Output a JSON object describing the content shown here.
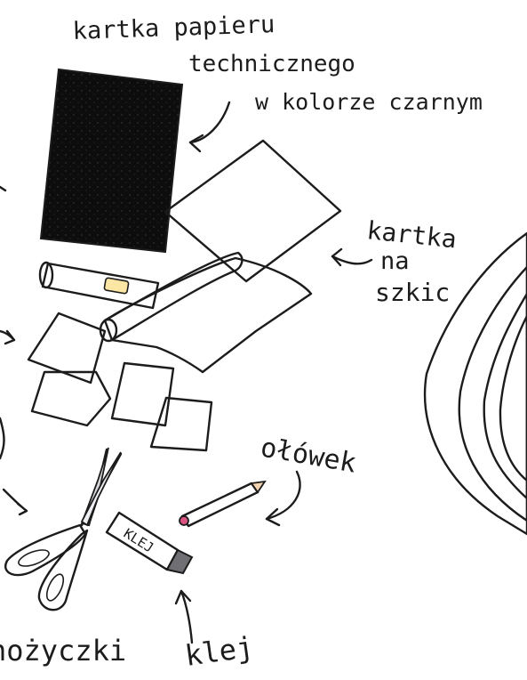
{
  "labels": {
    "black_paper_line1": "kartka papieru",
    "black_paper_line2": "technicznego",
    "black_paper_line3": "w kolorze czarnym",
    "sketch_paper_line1": "kartka",
    "sketch_paper_line2": "na",
    "sketch_paper_line3": "szkic",
    "pencil": "ołówek",
    "glue": "klej",
    "scissors": "nożyczki"
  },
  "glue_tube_text": "KLEJ",
  "colors": {
    "black_paper": "#0d0d0d",
    "pink_roll": "#f4c2dc",
    "red_roll": "#f07a86",
    "mint_note": "#a8e6df",
    "blue_note": "#5e95e8",
    "peach_note": "#fbc797",
    "green_note": "#c7d98c",
    "scissors_blue": "#2f6fd6",
    "pencil_pink": "#d9547f",
    "glue_orange": "#f3a14b",
    "fish_pink": "#f6a3b1",
    "fish_red": "#e5566a",
    "fish_yellow": "#f7c15d"
  }
}
